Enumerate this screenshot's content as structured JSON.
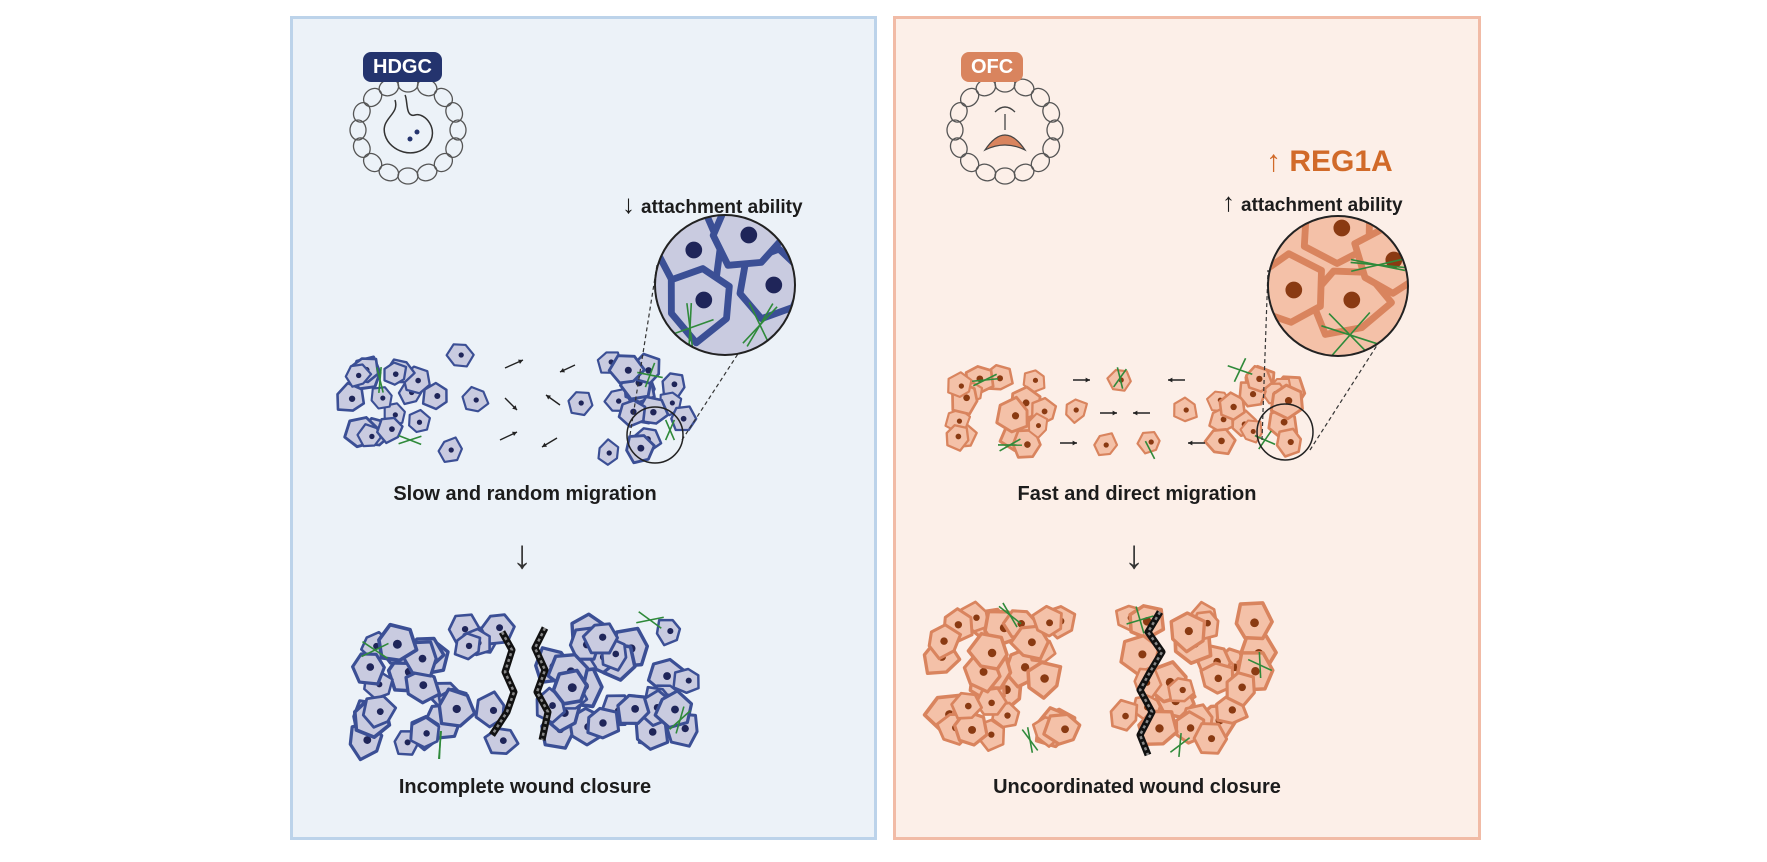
{
  "left_panel": {
    "badge": "HDGC",
    "attachment_arrow": "↓",
    "attachment_label": "attachment ability",
    "migration_caption": "Slow and random migration",
    "closure_caption": "Incomplete wound closure",
    "icon": "stomach-icon",
    "colors": {
      "background": "#ecf2f8",
      "border": "#bcd3ea",
      "cell_fill": "#c9cbe0",
      "cell_edge": "#3b4f95",
      "nucleus": "#1f2559",
      "badge": "#24346e"
    }
  },
  "right_panel": {
    "badge": "OFC",
    "reg_arrow": "↑",
    "reg_label": "REG1A",
    "attachment_arrow": "↑",
    "attachment_label": "attachment ability",
    "migration_caption": "Fast and direct migration",
    "closure_caption": "Uncoordinated wound closure",
    "icon": "palate-icon",
    "colors": {
      "background": "#fcefe8",
      "border": "#f1bba6",
      "cell_fill": "#f4c1a8",
      "cell_edge": "#d9845e",
      "nucleus": "#8a3a12",
      "badge": "#d9845e",
      "accent": "#d16a29"
    }
  },
  "flow_arrow": "↓",
  "fiber_color": "#2f8a3a"
}
